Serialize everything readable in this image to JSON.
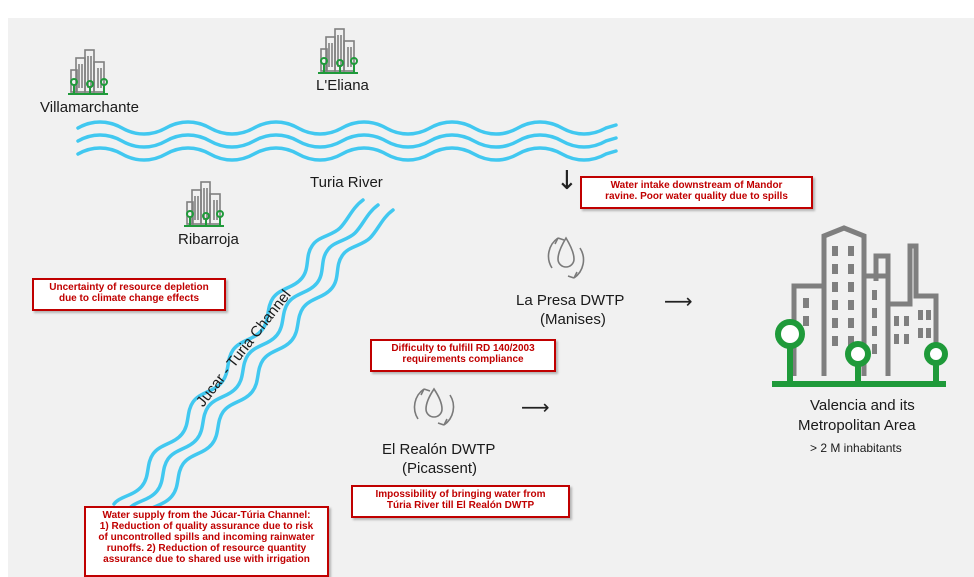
{
  "colors": {
    "river": "#41c8f0",
    "alert": "#c00000",
    "building": "#7f7f7f",
    "tree": "#1f9a3a"
  },
  "cities": {
    "villamarchante": "Villamarchante",
    "leliana": "L'Eliana",
    "ribarroja": "Ribarroja"
  },
  "rivers": {
    "turia": "Turia River",
    "channel": "Jucar - Turia Channel"
  },
  "plants": {
    "la_presa": {
      "name": "La Presa DWTP",
      "location": "(Manises)"
    },
    "el_realon": {
      "name": "El Realón DWTP",
      "location": "(Picassent)"
    }
  },
  "destination": {
    "line1": "Valencia and its",
    "line2": "Metropolitan Area",
    "population": "> 2 M inhabitants"
  },
  "alerts": {
    "intake": [
      "Water intake downstream of Mandor",
      "ravine. Poor water quality due to spills"
    ],
    "uncertainty": [
      "Uncertainty of resource depletion",
      "due to climate change effects"
    ],
    "rd": [
      "Difficulty to fulfill RD 140/2003",
      "requirements compliance"
    ],
    "impossibility": [
      "Impossibility of bringing water from",
      "Túria River till El Realón DWTP"
    ],
    "supply": [
      "Water supply from the Júcar-Túria Channel:",
      "1) Reduction of quality assurance due to risk",
      "of uncontrolled spills and incoming rainwater",
      "runoffs. 2) Reduction of resource quantity",
      "assurance due to shared use with irrigation"
    ]
  },
  "icons": {
    "city": "city-buildings-trees-icon",
    "water": "water-drop-cycle-icon",
    "arrow_down": "arrow-down-icon",
    "arrow_right": "arrow-right-icon"
  }
}
